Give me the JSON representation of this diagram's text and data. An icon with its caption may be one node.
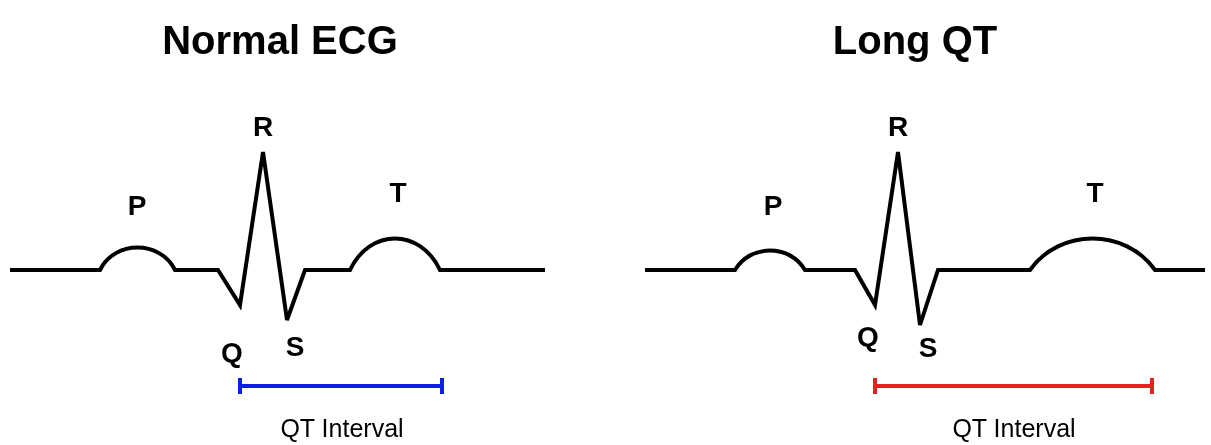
{
  "diagram": {
    "labels": [
      "Normal ECG",
      "Long QT",
      "R",
      "R",
      "P",
      "T",
      "P",
      "T",
      "Q",
      "S",
      "Q",
      "S",
      "QT Interval",
      "QT Interval"
    ]
  }
}
